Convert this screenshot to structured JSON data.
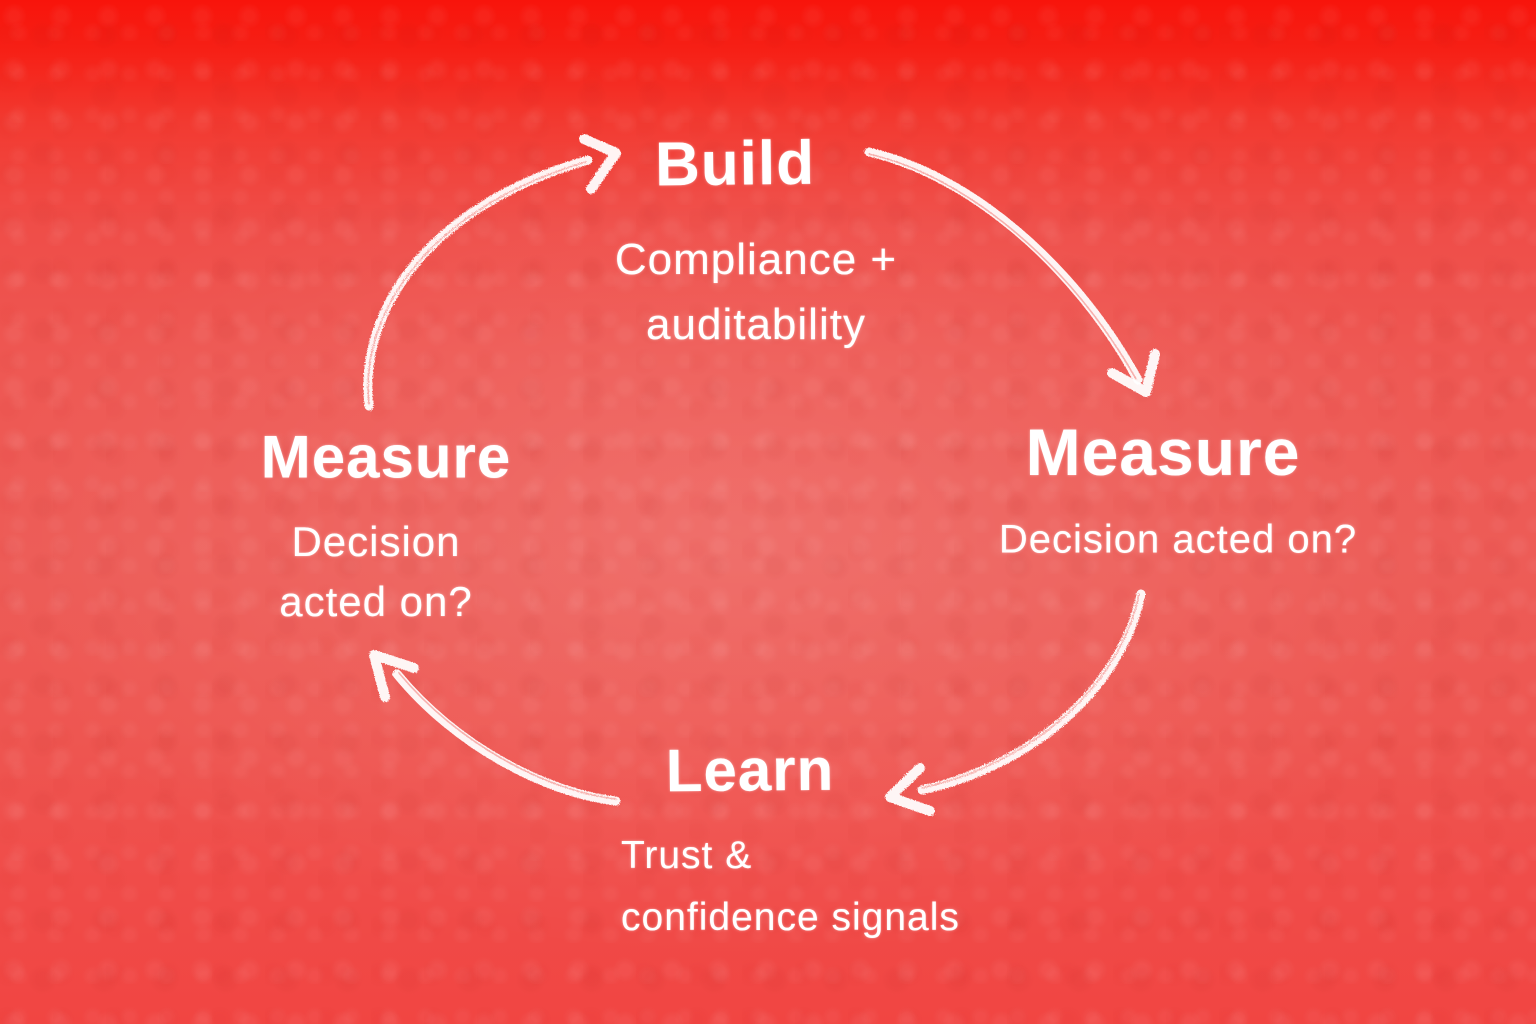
{
  "diagram": {
    "type": "cycle",
    "style": {
      "ink_color": "#ffffff",
      "background_top": "#f8140b",
      "background_mid": "#ed5c57",
      "background_bottom": "#f14542",
      "texture": "soft fabric noise",
      "drawing_style": "hand-drawn chalk marker"
    },
    "nodes": {
      "build": {
        "title": "Build",
        "subtitle": "Compliance + auditability",
        "line1": "Compliance +",
        "line2": "auditability",
        "position": "top"
      },
      "measure_right": {
        "title": "Measure",
        "subtitle": "Decision acted on?",
        "line1": "Decision acted on?",
        "position": "right"
      },
      "learn": {
        "title": "Learn",
        "subtitle": "Trust & confidence signals",
        "line1": "Trust &",
        "line2": "confidence signals",
        "position": "bottom"
      },
      "measure_left": {
        "title": "Measure",
        "subtitle": "Decision acted on?",
        "line1": "Decision",
        "line2": "acted on?",
        "position": "left"
      }
    },
    "arrows": [
      {
        "name": "measure-left-to-build",
        "from": "Measure (left)",
        "to": "Build",
        "direction": "clockwise"
      },
      {
        "name": "build-to-measure-right",
        "from": "Build",
        "to": "Measure (right)",
        "direction": "clockwise"
      },
      {
        "name": "measure-right-to-learn",
        "from": "Measure (right)",
        "to": "Learn",
        "direction": "clockwise"
      },
      {
        "name": "learn-to-measure-left",
        "from": "Learn",
        "to": "Measure (left)",
        "direction": "clockwise"
      }
    ]
  }
}
